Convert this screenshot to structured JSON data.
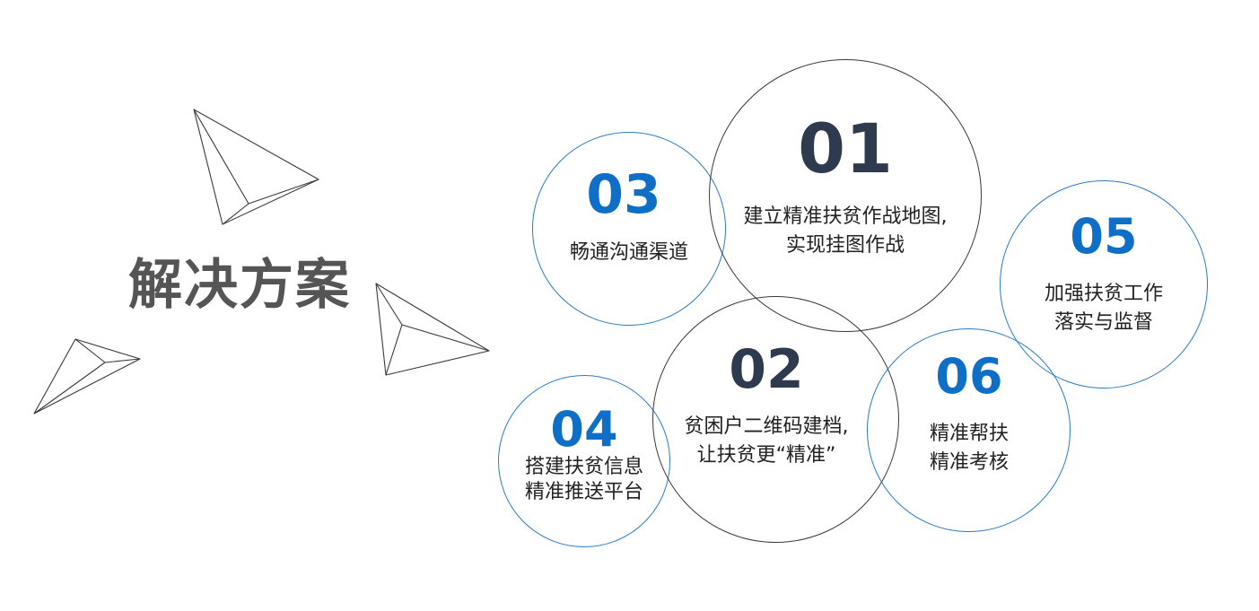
{
  "title": "解决方案",
  "colors": {
    "accent_blue": "#0f6fc6",
    "circle_blue": "#2a7bc8",
    "dark_navy": "#2e3a4d",
    "circle_dark": "#3a3a3a",
    "title_gray": "#555555"
  },
  "items": [
    {
      "number": "01",
      "lines": [
        "建立精准扶贫作战地图,",
        "实现挂图作战"
      ]
    },
    {
      "number": "02",
      "lines": [
        "贫困户二维码建档,",
        "让扶贫更“精准”"
      ]
    },
    {
      "number": "03",
      "lines": [
        "畅通沟通渠道"
      ]
    },
    {
      "number": "04",
      "lines": [
        "搭建扶贫信息",
        "精准推送平台"
      ]
    },
    {
      "number": "05",
      "lines": [
        "加强扶贫工作",
        "落实与监督"
      ]
    },
    {
      "number": "06",
      "lines": [
        "精准帮扶",
        "精准考核"
      ]
    }
  ]
}
